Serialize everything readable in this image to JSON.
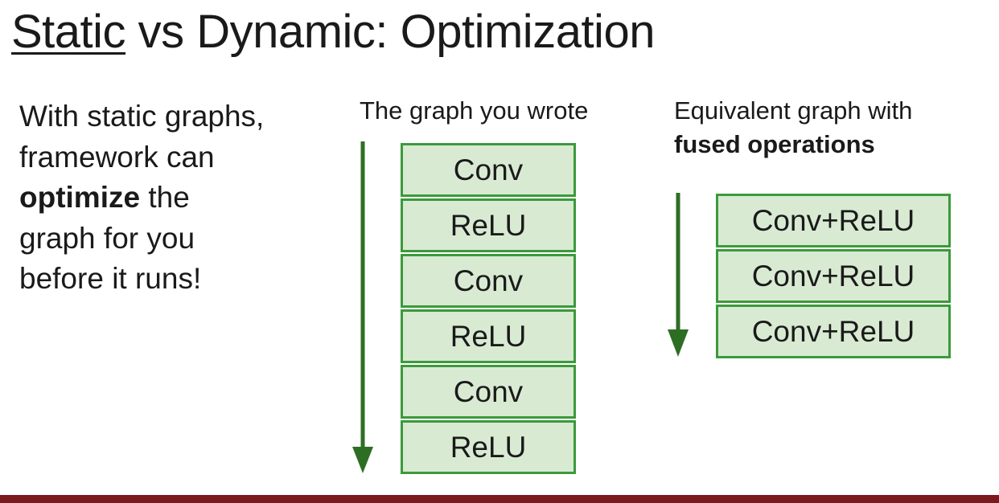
{
  "slide": {
    "title_underlined": "Static",
    "title_rest": " vs Dynamic: Optimization",
    "left_text": {
      "line1": "With static graphs,",
      "line2": "framework can",
      "bold": "optimize",
      "line3_rest": " the",
      "line4": "graph for you",
      "line5": "before it runs!"
    },
    "original_graph": {
      "heading": "The graph you wrote",
      "ops": [
        "Conv",
        "ReLU",
        "Conv",
        "ReLU",
        "Conv",
        "ReLU"
      ]
    },
    "fused_graph": {
      "heading_line1": "Equivalent graph with",
      "heading_bold": "fused operations",
      "ops": [
        "Conv+ReLU",
        "Conv+ReLU",
        "Conv+ReLU"
      ]
    },
    "colors": {
      "box_fill": "#d9ead3",
      "box_border": "#3b9a3b",
      "arrow": "#2e6e24",
      "footer_bar": "#7a1a1d"
    }
  }
}
